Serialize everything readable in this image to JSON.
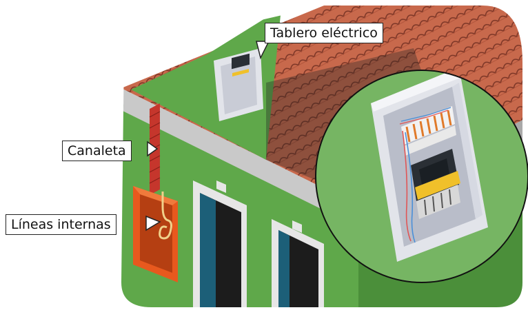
{
  "labels": {
    "panel": "Tablero eléctrico",
    "conduit": "Canaleta",
    "internal_lines": "Líneas internas"
  },
  "colors": {
    "wall_green": "#5fa84a",
    "wall_green_dark": "#4b8f3a",
    "roof_tile": "#c8694c",
    "roof_tile_line": "#7a3526",
    "conduit_red": "#c5362c",
    "box_orange": "#e8591e",
    "window_frame": "#e6e6e6",
    "window_glass_blue": "#1c5f78",
    "window_glass_dark": "#1c1c1c",
    "panel_gray": "#c9ccd6",
    "magnifier_green": "#76b563"
  },
  "icons": [
    "electrical-panel-icon",
    "conduit-icon",
    "junction-box-icon",
    "wire-coil-icon",
    "magnifier-circle-icon"
  ]
}
